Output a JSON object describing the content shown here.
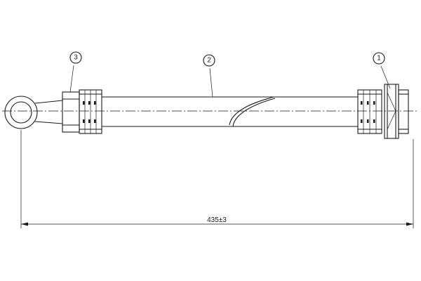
{
  "callouts": [
    {
      "id": "callout-1",
      "label": "1"
    },
    {
      "id": "callout-2",
      "label": "2"
    },
    {
      "id": "callout-3",
      "label": "3"
    }
  ],
  "dimension": {
    "label": "435±3"
  }
}
